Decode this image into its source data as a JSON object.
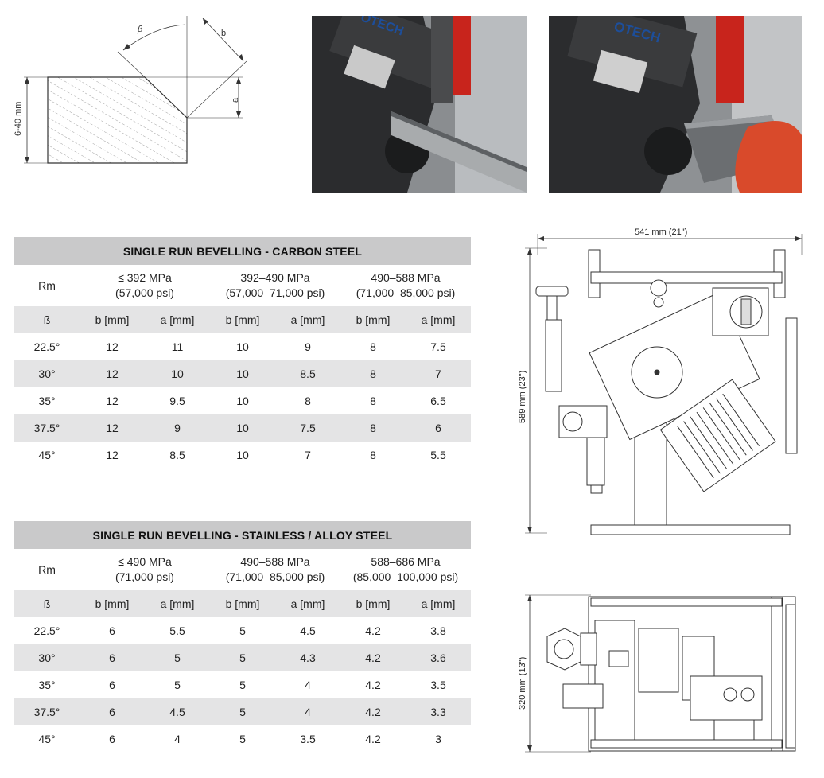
{
  "diagram": {
    "beta_label": "β",
    "b_label": "b",
    "a_label": "a",
    "thickness_label": "6-40 mm"
  },
  "photos": {
    "left_brand": "OTECH",
    "right_brand": "OTECH"
  },
  "carbon_table": {
    "title": "SINGLE RUN BEVELLING - CARBON STEEL",
    "rm_label": "Rm",
    "groups": [
      {
        "mpa": "≤ 392 MPa",
        "psi": "(57,000 psi)"
      },
      {
        "mpa": "392–490 MPa",
        "psi": "(57,000–71,000 psi)"
      },
      {
        "mpa": "490–588 MPa",
        "psi": "(71,000–85,000 psi)"
      }
    ],
    "headers": [
      "ß",
      "b [mm]",
      "a [mm]",
      "b [mm]",
      "a [mm]",
      "b [mm]",
      "a [mm]"
    ],
    "rows": [
      [
        "22.5°",
        "12",
        "11",
        "10",
        "9",
        "8",
        "7.5"
      ],
      [
        "30°",
        "12",
        "10",
        "10",
        "8.5",
        "8",
        "7"
      ],
      [
        "35°",
        "12",
        "9.5",
        "10",
        "8",
        "8",
        "6.5"
      ],
      [
        "37.5°",
        "12",
        "9",
        "10",
        "7.5",
        "8",
        "6"
      ],
      [
        "45°",
        "12",
        "8.5",
        "10",
        "7",
        "8",
        "5.5"
      ]
    ]
  },
  "stainless_table": {
    "title": "SINGLE RUN BEVELLING - STAINLESS / ALLOY STEEL",
    "rm_label": "Rm",
    "groups": [
      {
        "mpa": "≤ 490 MPa",
        "psi": "(71,000 psi)"
      },
      {
        "mpa": "490–588 MPa",
        "psi": "(71,000–85,000 psi)"
      },
      {
        "mpa": "588–686 MPa",
        "psi": "(85,000–100,000 psi)"
      }
    ],
    "headers": [
      "ß",
      "b [mm]",
      "a [mm]",
      "b [mm]",
      "a [mm]",
      "b [mm]",
      "a [mm]"
    ],
    "rows": [
      [
        "22.5°",
        "6",
        "5.5",
        "5",
        "4.5",
        "4.2",
        "3.8"
      ],
      [
        "30°",
        "6",
        "5",
        "5",
        "4.3",
        "4.2",
        "3.6"
      ],
      [
        "35°",
        "6",
        "5",
        "5",
        "4",
        "4.2",
        "3.5"
      ],
      [
        "37.5°",
        "6",
        "4.5",
        "5",
        "4",
        "4.2",
        "3.3"
      ],
      [
        "45°",
        "6",
        "4",
        "5",
        "3.5",
        "4.2",
        "3"
      ]
    ]
  },
  "front_drawing": {
    "width_label": "541 mm (21\")",
    "height_label": "589 mm (23\")"
  },
  "top_drawing": {
    "height_label": "320 mm (13\")"
  }
}
